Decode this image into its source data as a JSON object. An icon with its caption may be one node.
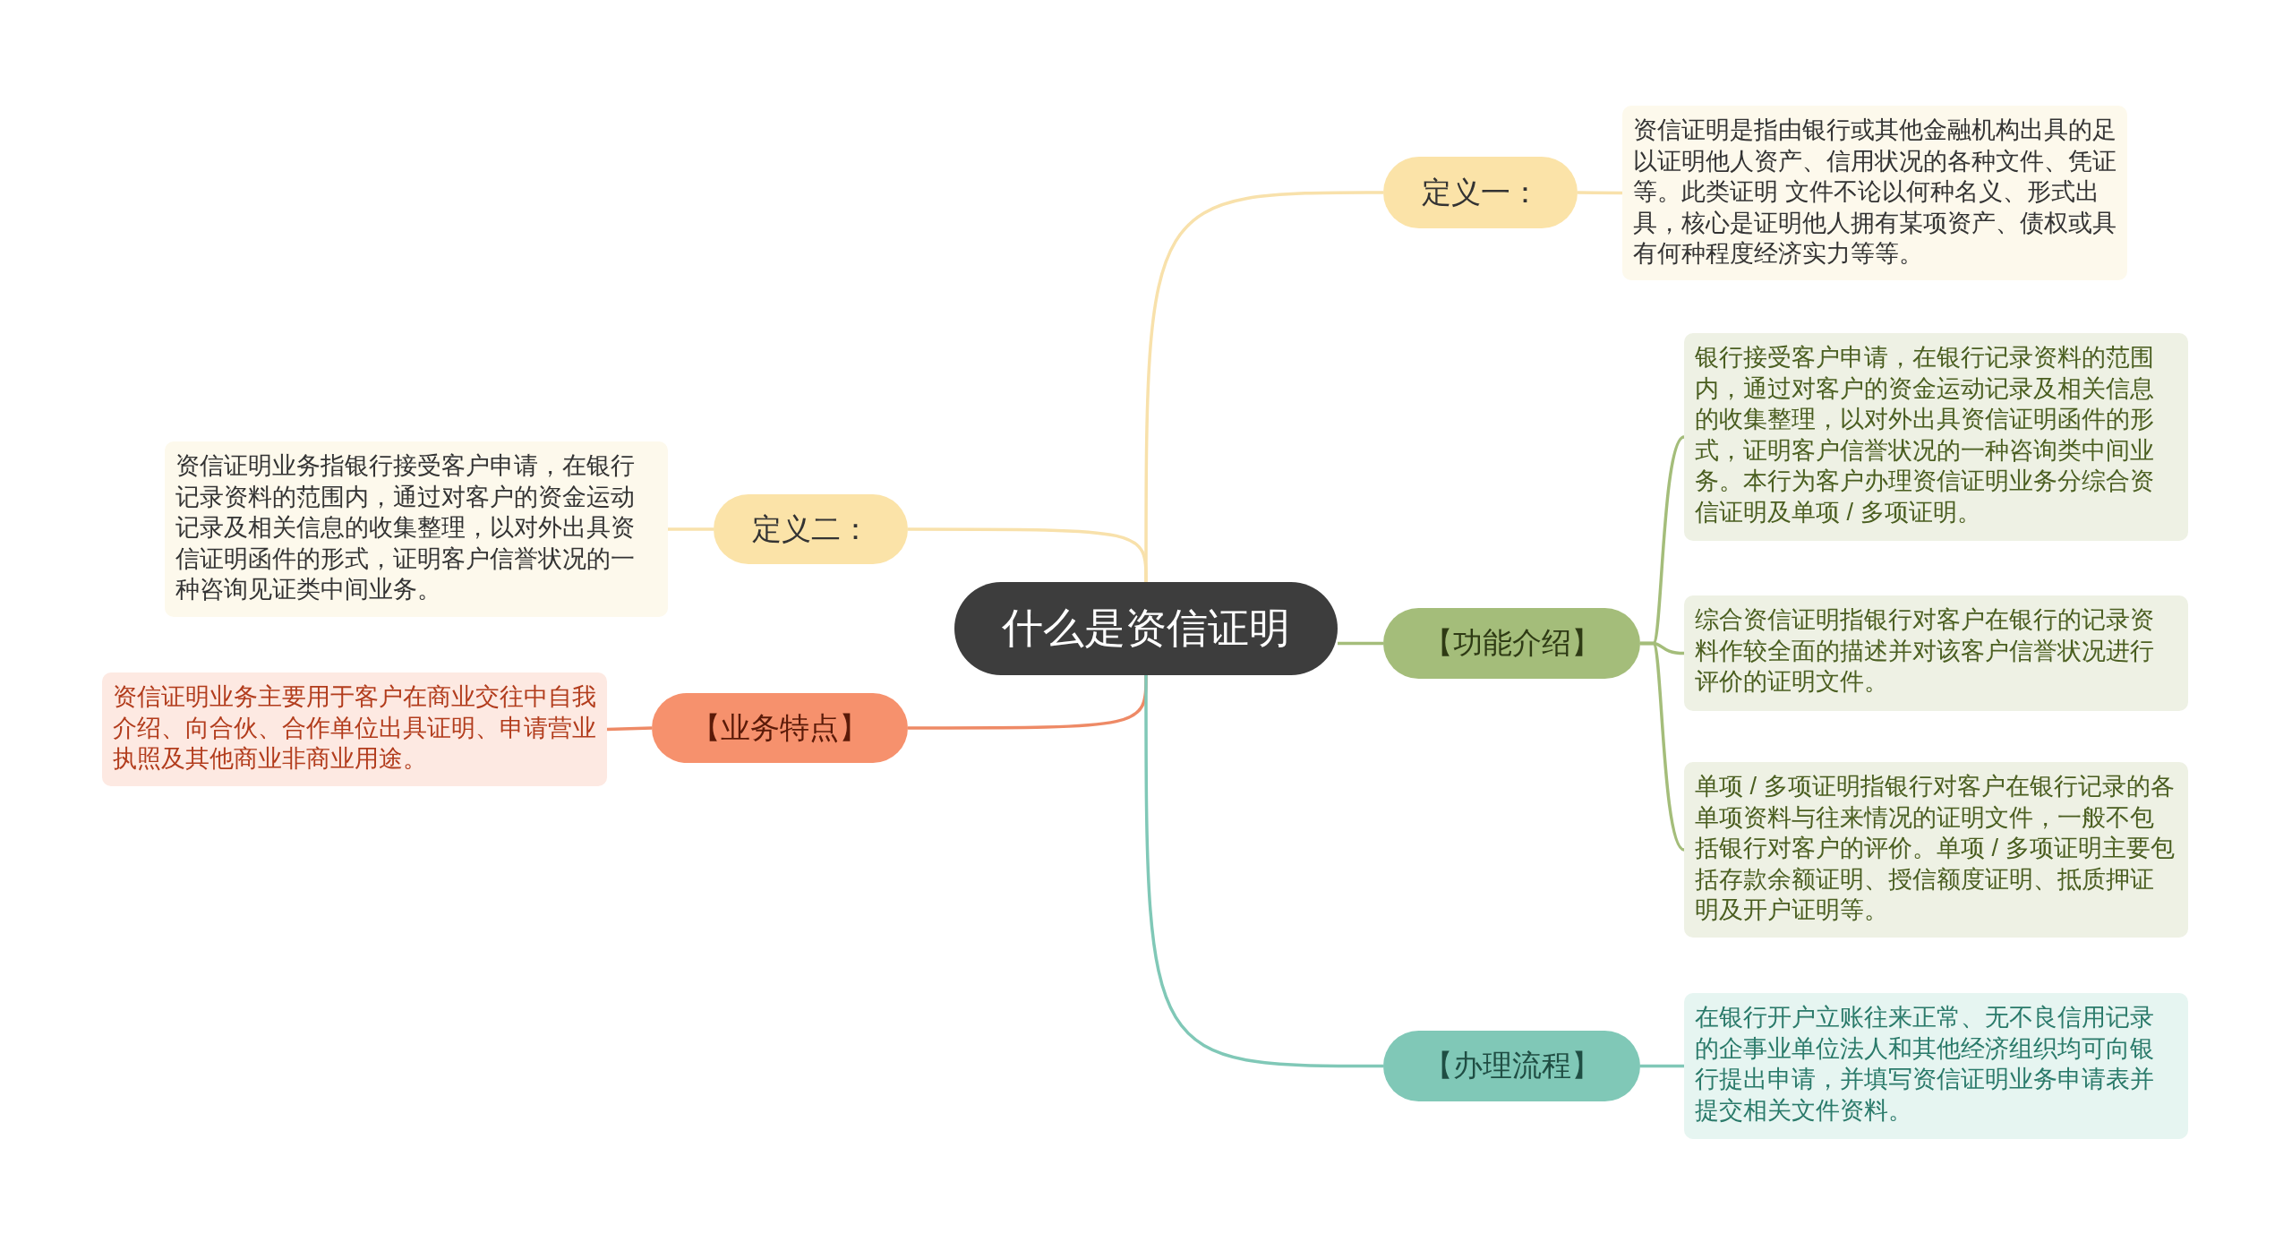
{
  "diagram": {
    "nodes": [
      {
        "text": [
          "什么是资信证明"
        ]
      },
      {
        "text": [
          "定义一："
        ]
      },
      {
        "text": [
          "资信证明是指由银行或其他金融机构出具的足以证明他人资产、信用状况的各种文件、凭证等。此类证明 文件不论以何种名义、形式出具，核心是证明他人拥有某项资产、债权或具有何种程度经济实力等等。"
        ]
      },
      {
        "text": [
          "定义二："
        ]
      },
      {
        "text": [
          "资信证明业务指银行接受客户申请，在银行记录资料的范围内，通过对客户的资金运动记录及相关信息的收集整理，以对外出具资信证明函件的形式，证明客户信誉状况的一种咨询见证类中间业务。"
        ]
      },
      {
        "text": [
          "【业务特点】"
        ]
      },
      {
        "text": [
          "资信证明业务主要用于客户在商业交往中自我介绍、向合伙、合作单位出具证明、申请营业执照及其他商业非商业用途。"
        ]
      },
      {
        "text": [
          "【功能介绍】"
        ]
      },
      {
        "text": [
          "银行接受客户申请，在银行记录资料的范围内，通过对客户的资金运动记录及相关信息的收集整理，以对外出具资信证明函件的形式，证明客户信誉状况的一种咨询类中间业务。本行为客户办理资信证明业务分综合资信证明及单项 / 多项证明。"
        ]
      },
      {
        "text": [
          "综合资信证明指银行对客户在银行的记录资料作较全面的描述并对该客户信誉状况进行评价的证明文件。"
        ]
      },
      {
        "text": [
          "单项 / 多项证明指银行对客户在银行记录的各单项资料与往来情况的证明文件，一般不包括银行对客户的评价。单项 / 多项证明主要包括存款余额证明、授信额度证明、抵质押证明及开户证明等。"
        ]
      },
      {
        "text": [
          "【办理流程】"
        ]
      },
      {
        "text": [
          "在银行开户立账往来正常、无不良信用记录的企事业单位法人和其他经济组织均可向银行提出申请，并填写资信证明业务申请表并提交相关文件资料。"
        ]
      }
    ],
    "edges": [
      {
        "from": 0,
        "to": 1,
        "arrow": "none",
        "color": "#f8e1ab"
      },
      {
        "from": 1,
        "to": 2,
        "arrow": "none",
        "color": "#f8e1ab"
      },
      {
        "from": 0,
        "to": 3,
        "arrow": "none",
        "color": "#f8e1ab"
      },
      {
        "from": 3,
        "to": 4,
        "arrow": "none",
        "color": "#f8e1ab"
      },
      {
        "from": 0,
        "to": 5,
        "arrow": "none",
        "color": "#ee8a66"
      },
      {
        "from": 5,
        "to": 6,
        "arrow": "none",
        "color": "#ee8a66"
      },
      {
        "from": 0,
        "to": 7,
        "arrow": "none",
        "color": "#a4bd7a"
      },
      {
        "from": 7,
        "to": 8,
        "arrow": "none",
        "color": "#a4bd7a"
      },
      {
        "from": 7,
        "to": 9,
        "arrow": "none",
        "color": "#a4bd7a"
      },
      {
        "from": 7,
        "to": 10,
        "arrow": "none",
        "color": "#a4bd7a"
      },
      {
        "from": 0,
        "to": 11,
        "arrow": "none",
        "color": "#80c8b7"
      },
      {
        "from": 11,
        "to": 12,
        "arrow": "none",
        "color": "#80c8b7"
      }
    ]
  }
}
